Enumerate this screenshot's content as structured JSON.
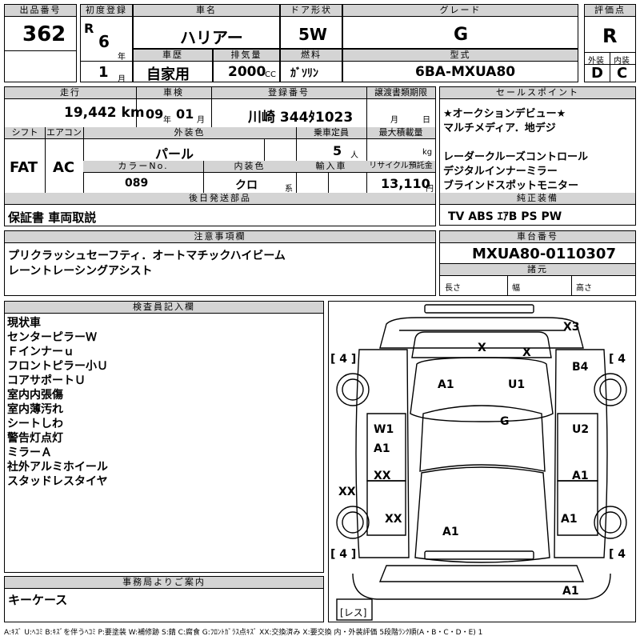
{
  "top": {
    "lot_label": "出品番号",
    "lot": "362",
    "first_reg_label": "初度登録",
    "era": "R",
    "year_num": "6",
    "year_unit": "年",
    "month_num": "1",
    "month_unit": "月",
    "car_name_label": "車名",
    "car_name": "ハリアー",
    "door_label": "ドア形状",
    "door": "5W",
    "grade_label": "グレード",
    "grade": "G",
    "score_label": "評価点",
    "score": "R",
    "history_label": "車歴",
    "history": "自家用",
    "displacement_label": "排気量",
    "displacement": "2000",
    "cc": "CC",
    "fuel_label": "燃料",
    "fuel": "ｶﾞｿﾘﾝ",
    "model_label": "型式",
    "model": "6BA-MXUA80",
    "ext_label": "外装",
    "ext": "D",
    "int_label": "内装",
    "int": "C"
  },
  "second": {
    "mileage_label": "走行",
    "mileage": "19,442 km",
    "inspection_label": "車検",
    "insp_year": "09",
    "insp_year_unit": "年",
    "insp_month": "01",
    "insp_month_unit": "月",
    "reg_label": "登録番号",
    "reg": "川崎 344ﾀ1023",
    "transfer_label": "譲渡書類期限",
    "transfer_month": "月",
    "transfer_day": "日",
    "shift_label": "シフト",
    "shift": "FAT",
    "ac_label": "エアコン",
    "ac": "AC",
    "ext_color_label": "外装色",
    "ext_color": "パール",
    "capacity_label": "乗車定員",
    "capacity": "5",
    "capacity_unit": "人",
    "load_label": "最大積載量",
    "load_unit": "kg",
    "color_no_label": "カラーNo.",
    "color_no": "089",
    "int_color_label": "内装色",
    "int_color": "クロ",
    "int_color_unit": "系",
    "import_label": "輸入車",
    "recycle_label": "リサイクル預託金",
    "recycle": "13,110",
    "recycle_unit": "円",
    "later_label": "後日発送部品",
    "later": "保証書 車両取説"
  },
  "sales": {
    "label": "セールスポイント",
    "lines": [
      "★オークションデビュー★",
      "マルチメディア．地デジ",
      "",
      "レーダークルーズコントロール",
      "デジタルインナーミラー",
      "ブラインドスポットモニター"
    ]
  },
  "equip": {
    "label": "純正装備",
    "value": "TV  ABS  ｴｱB  PS  PW"
  },
  "notes": {
    "label": "注意事項欄",
    "lines": [
      "プリクラッシュセーフティ．オートマチックハイビーム",
      "レーントレーシングアシスト"
    ]
  },
  "chassis": {
    "label": "車台番号",
    "value": "MXUA80-0110307"
  },
  "specs": {
    "label": "諸元",
    "length": "長さ",
    "width": "幅",
    "height": "高さ"
  },
  "inspector": {
    "label": "検査員記入欄",
    "lines": [
      "現状車",
      "センターピラーＷ",
      "Ｆインナーｕ",
      "フロントピラー小Ｕ",
      "コアサポートＵ",
      "室内内張傷",
      "室内薄汚れ",
      "シートしわ",
      "警告灯点灯",
      "ミラーＡ",
      "社外アルミホイール",
      "スタッドレスタイヤ"
    ]
  },
  "office": {
    "label": "事務局よりご案内",
    "value": "キーケース"
  },
  "diagram": {
    "marks": {
      "x3": "X3",
      "x_a": "X",
      "x_b": "X",
      "a1_front_l": "A1",
      "u1": "U1",
      "b4": "B4",
      "g": "G",
      "w1": "W1",
      "a1_left": "A1",
      "u2": "U2",
      "xx_left_in": "XX",
      "a1_right_mid": "A1",
      "xx_far_left": "XX",
      "xx_left_low": "XX",
      "a1_right_low": "A1",
      "a1_rear": "A1",
      "a1_bottom": "A1"
    },
    "tires": [
      "4",
      "4",
      "4",
      "4"
    ],
    "spare": "レス"
  },
  "legend": "A:ｷｽﾞ  U:ﾍｺﾐ  B:ｷｽﾞを伴うﾍｺﾐ  P:要塗装  W:補修跡  S:錆  C:腐食  G:ﾌﾛﾝﾄｶﾞﾗｽ点ｷｽﾞ  XX:交換済み  X:要交換   内・外装評価  5段階ﾗﾝｸ順(A・B・C・D・E) 1"
}
